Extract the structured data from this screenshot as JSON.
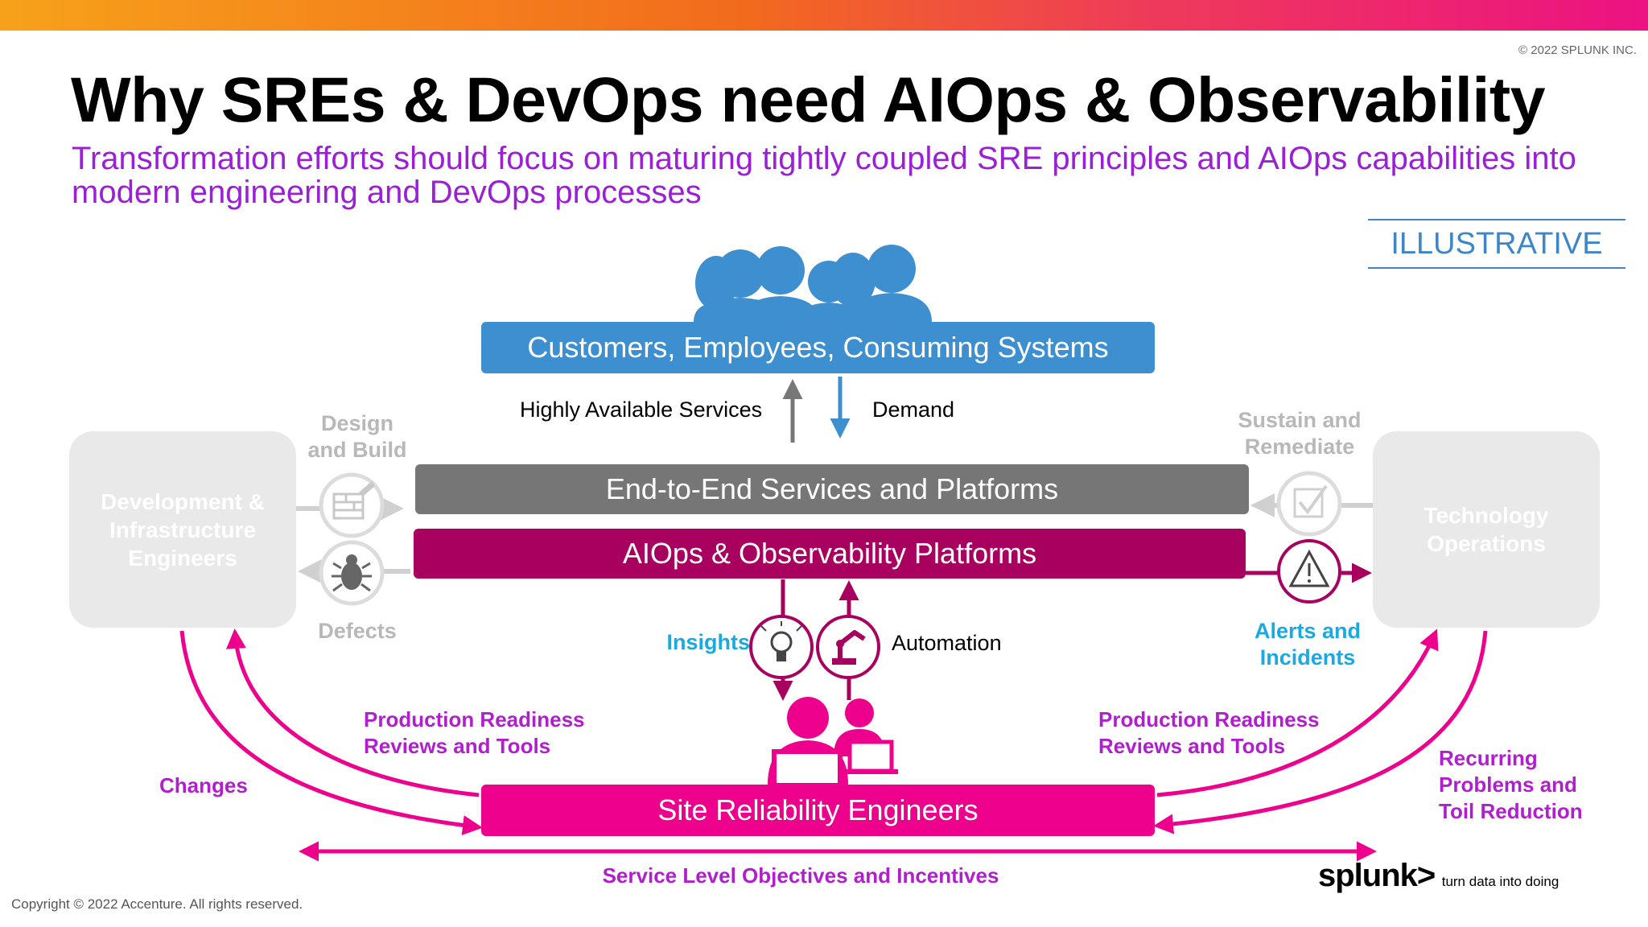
{
  "copyright_top": "© 2022 SPLUNK INC.",
  "title": "Why SREs & DevOps need AIOps & Observability",
  "subtitle": "Transformation efforts should focus on maturing tightly coupled SRE principles and AIOps capabilities into modern engineering and DevOps processes",
  "illustrative": "ILLUSTRATIVE",
  "bars": {
    "customers": "Customers, Employees, Consuming Systems",
    "e2e": "End-to-End Services and Platforms",
    "aiops": "AIOps & Observability Platforms",
    "sre": "Site Reliability Engineers"
  },
  "left_box": "Development & Infrastructure Engineers",
  "right_box": "Technology Operations",
  "labels": {
    "highly_available": "Highly Available Services",
    "demand": "Demand",
    "design_build": "Design and Build",
    "defects": "Defects",
    "sustain_remediate": "Sustain and Remediate",
    "alerts_incidents": "Alerts and Incidents",
    "insights": "Insights",
    "automation": "Automation",
    "prr_left": "Production Readiness Reviews and Tools",
    "prr_right": "Production Readiness Reviews and Tools",
    "changes": "Changes",
    "recurring": "Recurring Problems and Toil Reduction",
    "slo": "Service Level Objectives and Incentives"
  },
  "icons": {
    "people": "people-group-icon",
    "design": "brick-wall-trowel-icon",
    "defects": "bug-icon",
    "sustain": "checkbox-icon",
    "alerts": "warning-triangle-icon",
    "insights": "lightbulb-icon",
    "automation": "robot-arm-icon",
    "sre_people": "engineers-at-laptops-icon"
  },
  "colors": {
    "blue": "#3e8fd0",
    "gray_bar": "#767676",
    "aiops": "#a8005e",
    "magenta": "#ec008c",
    "purple_text": "#b01fcc",
    "cyan_text": "#1aa9e0",
    "subtitle": "#9b1fd6"
  },
  "footer": {
    "copyright": "Copyright © 2022 Accenture. All rights reserved.",
    "logo_word": "splunk>",
    "logo_tagline": "turn data into doing"
  }
}
